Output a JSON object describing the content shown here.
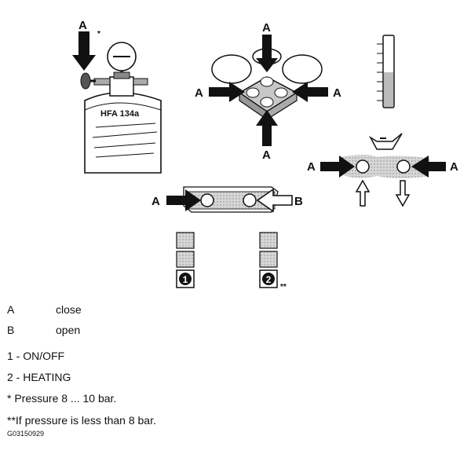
{
  "diagram": {
    "cylinder_label": "HFA 134a",
    "arrow_label_a": "A",
    "arrow_label_b": "B",
    "asterisk_single": "*",
    "asterisk_double": "**",
    "switch_1": "1",
    "switch_2": "2"
  },
  "legend": {
    "items": [
      {
        "key": "A",
        "value": "close"
      },
      {
        "key": "B",
        "value": "open"
      }
    ],
    "notes": [
      "1 - ON/OFF",
      "2 - HEATING",
      "* Pressure 8 ... 10 bar.",
      "**If pressure is less than 8 bar."
    ],
    "code": "G03150929"
  },
  "colors": {
    "ink": "#111111",
    "gray_fill": "#c8c8c8",
    "light_gray": "#e0e0e0"
  }
}
